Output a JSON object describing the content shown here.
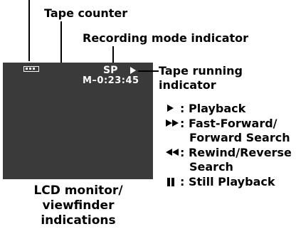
{
  "labels": {
    "tape_counter": "Tape counter",
    "recording_mode": "Recording mode indicator",
    "tape_running_line1": "Tape running",
    "tape_running_line2": "indicator"
  },
  "screen": {
    "mode": "SP",
    "counter": "M–0:23:45"
  },
  "legend": [
    {
      "icon": "play-icon",
      "lines": [
        ": Playback"
      ]
    },
    {
      "icon": "fast-forward-icon",
      "lines": [
        ": Fast-Forward/",
        "Forward Search"
      ]
    },
    {
      "icon": "rewind-icon",
      "lines": [
        ": Rewind/Reverse",
        "Search"
      ]
    },
    {
      "icon": "pause-icon",
      "lines": [
        ": Still Playback"
      ]
    }
  ],
  "caption": [
    "LCD monitor/",
    "viewfinder",
    "indications"
  ],
  "colors": {
    "screen": "#3a3a3a",
    "osd_text": "#ffffff"
  }
}
